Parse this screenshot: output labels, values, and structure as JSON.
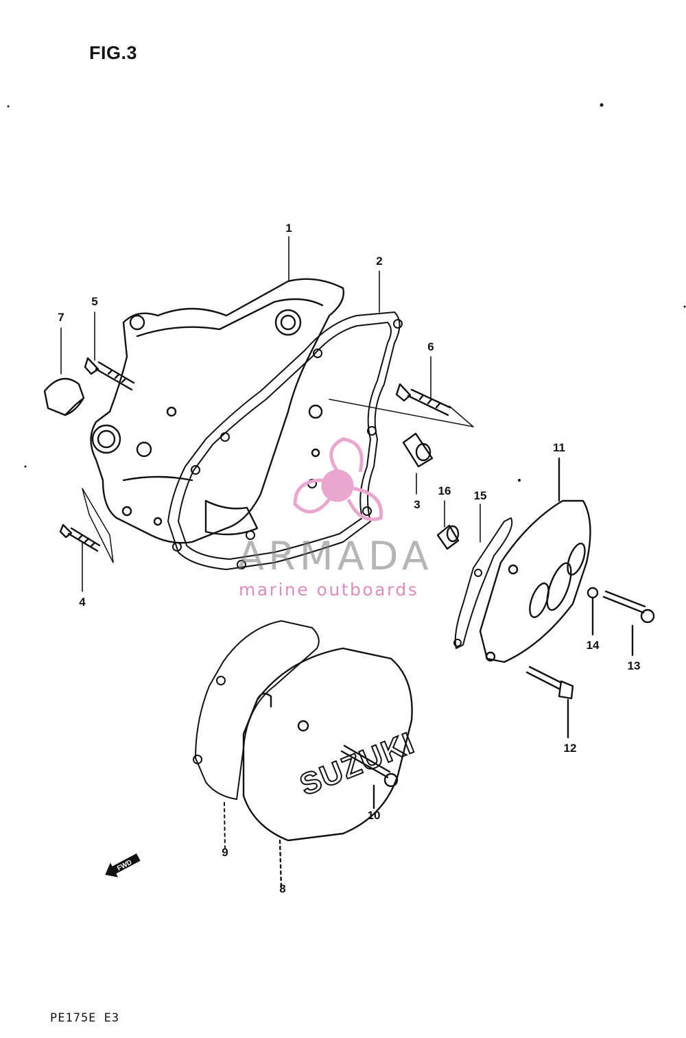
{
  "figure": {
    "title": "FIG.3",
    "model_code": "PE175E E3"
  },
  "callouts": [
    "1",
    "2",
    "3",
    "4",
    "5",
    "6",
    "7",
    "8",
    "9",
    "10",
    "11",
    "12",
    "13",
    "14",
    "15",
    "16"
  ],
  "fwd_arrow": {
    "label": "FWD"
  },
  "stamp": {
    "text": "SUZUKI"
  },
  "watermark": {
    "brand": "ARMADA",
    "tagline": "marine outboards",
    "logo_color": "#e9a6cf"
  }
}
